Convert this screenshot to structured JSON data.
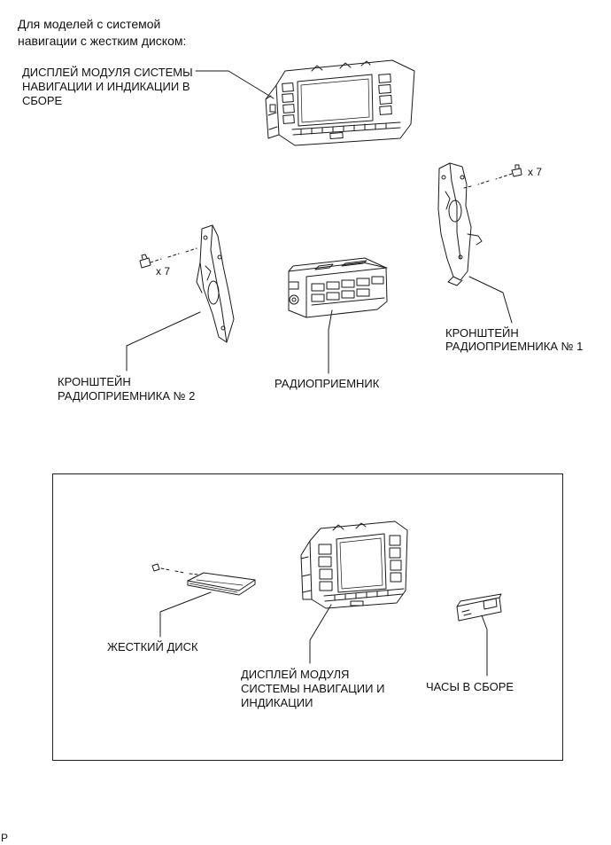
{
  "header": {
    "line1": "Для моделей с системой",
    "line2": "навигации с жестким диском:"
  },
  "labels": {
    "display_top": {
      "line1": "ДИСПЛЕЙ МОДУЛЯ СИСТЕМЫ",
      "line2": "НАВИГАЦИИ И ИНДИКАЦИИ В",
      "line3": "СБОРЕ"
    },
    "bracket_no1": {
      "line1": "КРОНШТЕЙН",
      "line2": "РАДИОПРИЕМНИКА № 1"
    },
    "bracket_no2": {
      "line1": "КРОНШТЕЙН",
      "line2": "РАДИОПРИЕМНИКА № 2"
    },
    "radio": "РАДИОПРИЕМНИК",
    "screw_qty_right": "x 7",
    "screw_qty_left": "x 7"
  },
  "inset_labels": {
    "hdd": "ЖЕСТКИЙ ДИСК",
    "display": {
      "line1": "ДИСПЛЕЙ МОДУЛЯ",
      "line2": "СИСТЕМЫ НАВИГАЦИИ И",
      "line3": "ИНДИКАЦИИ"
    },
    "clock": "ЧАСЫ В СБОРЕ"
  },
  "footer": {
    "code": "P"
  }
}
